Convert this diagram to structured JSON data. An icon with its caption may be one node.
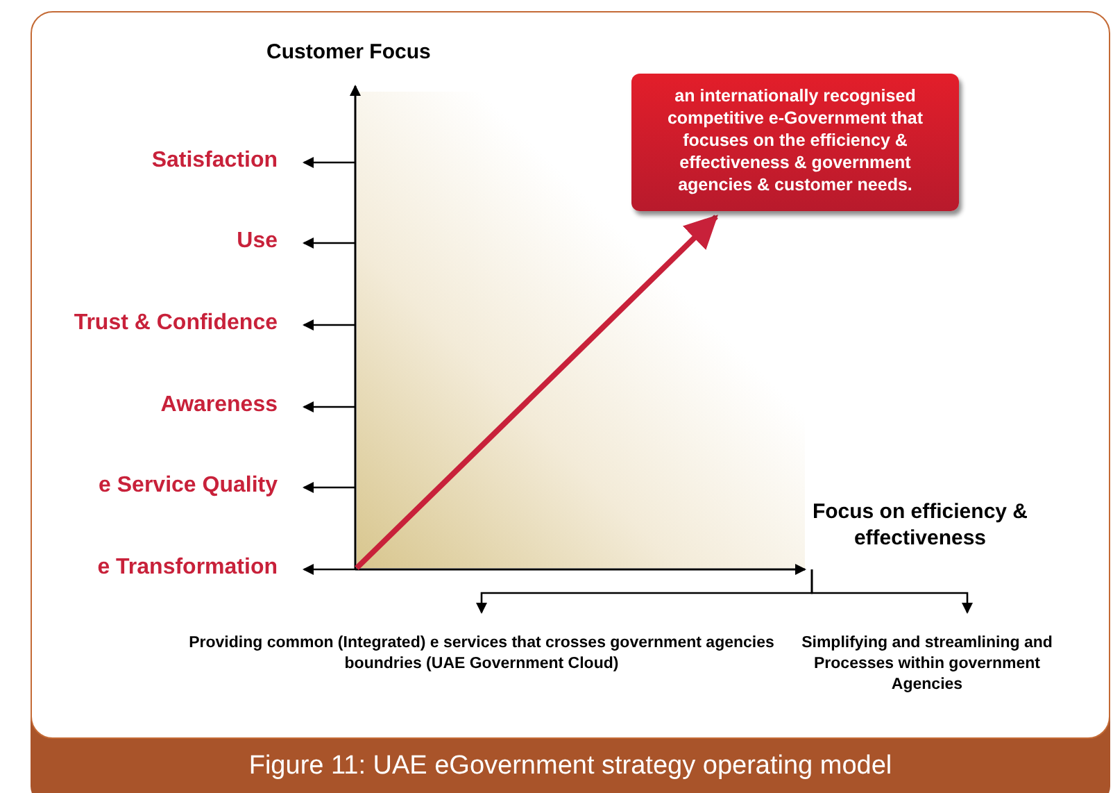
{
  "diagram": {
    "caption": "Figure 11: UAE eGovernment strategy operating model",
    "nodes": [
      {
        "text": [
          "Satisfaction"
        ]
      },
      {
        "text": [
          "Use"
        ]
      },
      {
        "text": [
          "Trust & Confidence"
        ]
      },
      {
        "text": [
          "Awareness"
        ]
      },
      {
        "text": [
          "e Service Quality"
        ]
      },
      {
        "text": [
          "e Transformation"
        ]
      },
      {
        "text": [
          "an internationally recognised competitive e-Government that focuses on the efficiency & effectiveness & government agencies & customer needs."
        ]
      },
      {
        "text": [
          "Providing common (Integrated) e services that crosses government agencies boundries (UAE Government Cloud)"
        ]
      },
      {
        "text": [
          "Simplifying and streamlining and Processes within government Agencies"
        ]
      }
    ],
    "edges": [
      {
        "from": null,
        "to": 0,
        "arrow": "to"
      },
      {
        "from": null,
        "to": 1,
        "arrow": "to"
      },
      {
        "from": null,
        "to": 2,
        "arrow": "to"
      },
      {
        "from": null,
        "to": 3,
        "arrow": "to"
      },
      {
        "from": null,
        "to": 4,
        "arrow": "to"
      },
      {
        "from": null,
        "to": 5,
        "arrow": "to"
      },
      {
        "from": null,
        "to": 6,
        "arrow": "to",
        "style": "thick",
        "color": "#c8213a"
      },
      {
        "from": null,
        "to": 7,
        "arrow": "to"
      },
      {
        "from": null,
        "to": 8,
        "arrow": "to"
      }
    ],
    "labels": [
      "Customer Focus",
      "Focus on efficiency & effectiveness"
    ]
  }
}
